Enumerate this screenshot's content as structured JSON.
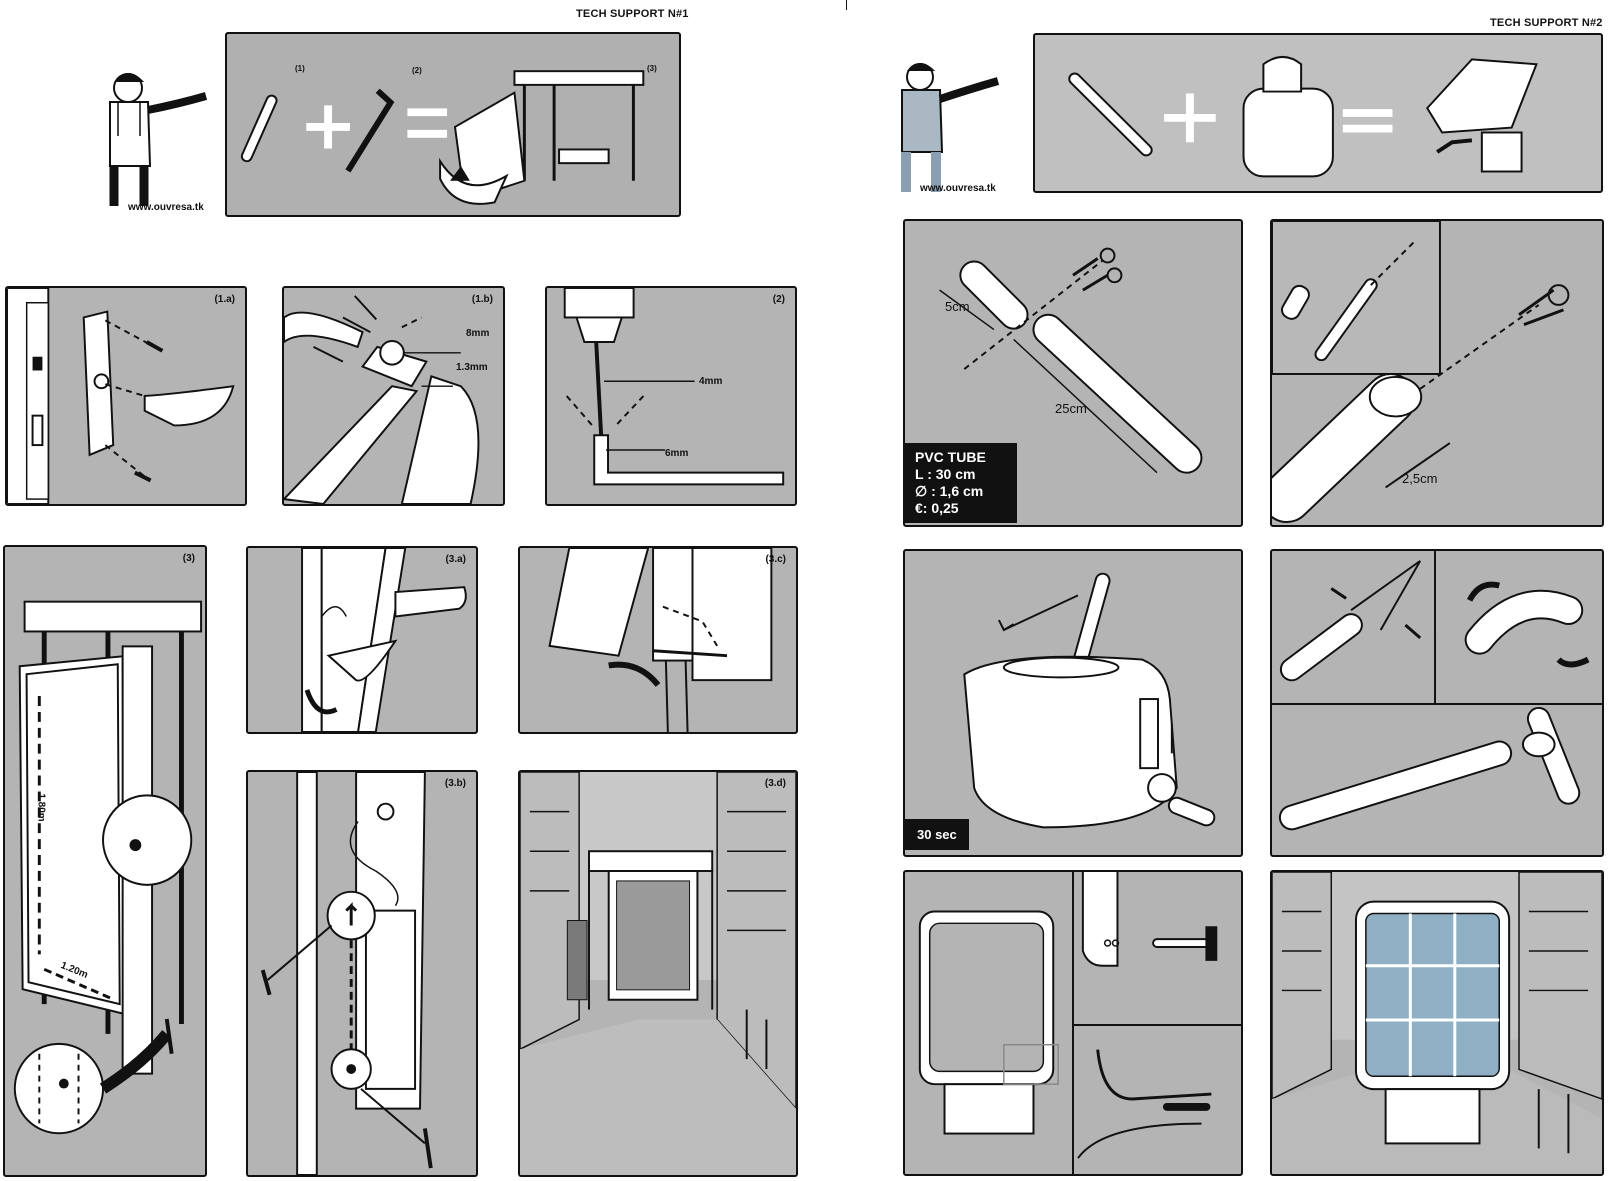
{
  "left_sheet": {
    "title": "TECH SUPPORT N#1",
    "url": "www.ouvresa.tk",
    "equation_labels": [
      "(1)",
      "(2)",
      "(3)"
    ],
    "panels": {
      "p1a": {
        "label": "(1.a)"
      },
      "p1b": {
        "label": "(1.b)",
        "measures": [
          "8mm",
          "1.3mm"
        ]
      },
      "p2": {
        "label": "(2)",
        "measures": [
          "4mm",
          "6mm"
        ]
      },
      "p3": {
        "label": "(3)",
        "measures": [
          "1.80m",
          "1.20m"
        ]
      },
      "p3a": {
        "label": "(3.a)"
      },
      "p3b": {
        "label": "(3.b)"
      },
      "p3c": {
        "label": "(3.c)"
      },
      "p3d": {
        "label": "(3.d)"
      }
    }
  },
  "right_sheet": {
    "title": "TECH SUPPORT N#2",
    "url": "www.ouvresa.tk",
    "cut_panel": {
      "measures": [
        "5cm",
        "25cm"
      ]
    },
    "tube_info": {
      "line1": "PVC TUBE",
      "line2": "L : 30 cm",
      "line3": "∅ : 1,6 cm",
      "line4": "€: 0,25"
    },
    "split_panel": {
      "measure": "2,5cm"
    },
    "toaster_panel": {
      "time": "30 sec"
    }
  }
}
